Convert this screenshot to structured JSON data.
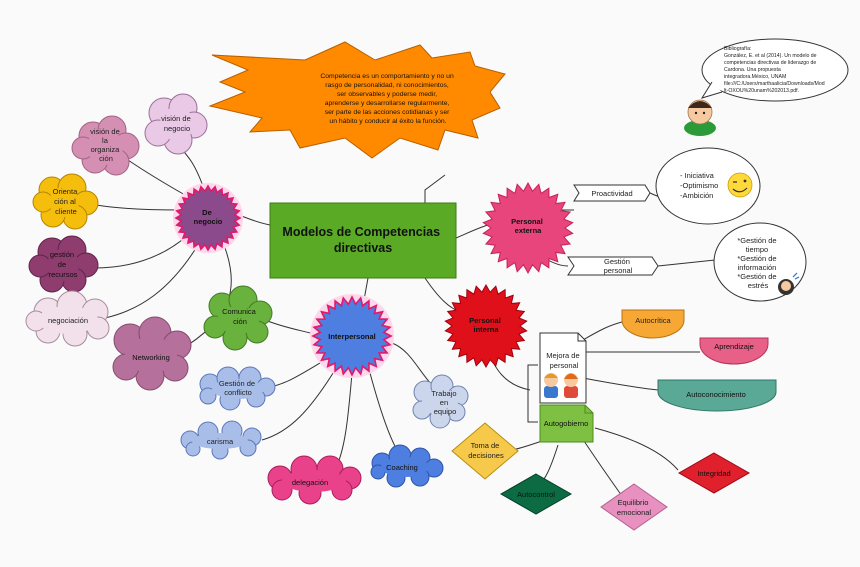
{
  "central": {
    "line1": "Modelos de Competencias",
    "line2": "directivas"
  },
  "definition": {
    "lines": [
      "Competencia es un comportamiento y no un",
      "rasgo de personalidad, ni conocimientos,",
      "ser observables y poderse medir,",
      "aprenderse y desarrollarse regularmente,",
      "ser parte de las acciones cotidianas y ser",
      "un hábito y conducir al éxito la función."
    ]
  },
  "bibliography": {
    "lines": [
      "Bibliografía:",
      "González, E. et al (2014). Un modelo de",
      "competencias directivas de liderazgo de",
      "Cardona. Una propuesta",
      "integradora.México, UNAM",
      "file:///C:/Users/marthaalicia/Downloads/Mod",
      "lt-OXOU%20unam%202013.pdf."
    ]
  },
  "hubs": {
    "negocio": {
      "line1": "De",
      "line2": "negocio"
    },
    "externa": {
      "line1": "Personal",
      "line2": "externa"
    },
    "interna": {
      "line1": "Personal",
      "line2": "interna"
    },
    "interpersonal": {
      "line1": "Interpersonal"
    }
  },
  "negocio_items": {
    "vision_negocio": [
      "visión de",
      "negocio"
    ],
    "vision_org": [
      "visión de",
      "la",
      "organiza",
      "ción"
    ],
    "orientacion": [
      "Orienta",
      "ción al",
      "cliente"
    ],
    "recursos": [
      "gestión",
      "de",
      "recursos"
    ],
    "negociacion": [
      "negociación"
    ],
    "networking": [
      "Networking"
    ]
  },
  "interpersonal_items": {
    "comunicacion": [
      "Comunica",
      "ción"
    ],
    "conflicto": [
      "Gestión de",
      "conflicto"
    ],
    "carisma": [
      "carisma"
    ],
    "delegacion": [
      "delegación"
    ],
    "coaching": [
      "Coaching"
    ],
    "equipo": [
      "Trabajo",
      "en",
      "equipo"
    ]
  },
  "externa_items": {
    "proactividad": "Proactividad",
    "gestion_personal": [
      "Gestión",
      "personal"
    ],
    "proactividad_bubble": [
      "- Iniciativa",
      "-Optimismo",
      "-Ambición"
    ],
    "gestion_bubble": [
      "*Gestión de",
      "tiempo",
      "*Gestión de",
      "información",
      "*Gestión de",
      "estrés"
    ]
  },
  "interna_items": {
    "mejora": [
      "Mejora de",
      "personal"
    ],
    "autocritica": "Autocrítica",
    "aprendizaje": "Aprendizaje",
    "autoconocimiento": "Autoconocimiento",
    "autogobierno": "Autogobierno",
    "decisiones": [
      "Toma de",
      "decisiones"
    ],
    "autocontrol": "Autocontrol",
    "equilibrio": [
      "Equilibrio",
      "emocional"
    ],
    "integridad": "Integridad"
  },
  "colors": {
    "central": "#5aaa25",
    "negocio_hub": "#8b4a8c",
    "externa_hub": "#e8457d",
    "interna_hub": "#e0101a",
    "interpersonal_hub": "#4d7ee0",
    "star": "#ff8a00",
    "autocritica": "#f7a734",
    "aprendizaje": "#e85f87",
    "autoconocimiento": "#5aa896",
    "autogobierno": "#7ec142",
    "decisiones": "#f6c94a",
    "autocontrol": "#0d6b43",
    "equilibrio": "#e890c0",
    "integridad": "#e0202c"
  }
}
